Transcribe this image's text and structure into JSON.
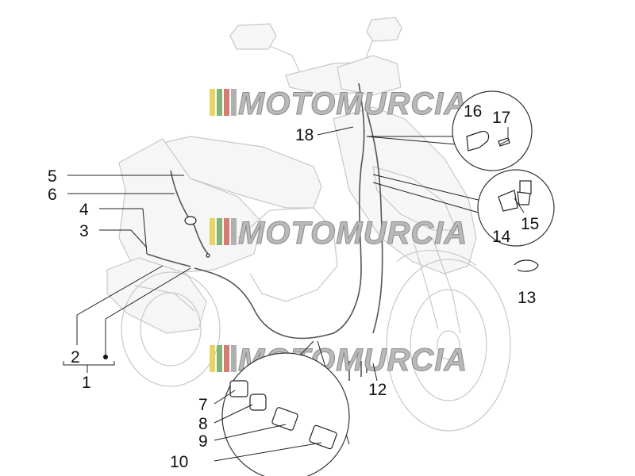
{
  "watermark": {
    "text": "MOTOMURCIA",
    "stripe_colors": [
      "#e8d36a",
      "#7ab87a",
      "#d77a6f",
      "#b0b0b0"
    ]
  },
  "callouts": [
    {
      "id": "1",
      "label": "1"
    },
    {
      "id": "2",
      "label": "2"
    },
    {
      "id": "3",
      "label": "3"
    },
    {
      "id": "4",
      "label": "4"
    },
    {
      "id": "5",
      "label": "5"
    },
    {
      "id": "6",
      "label": "6"
    },
    {
      "id": "7",
      "label": "7"
    },
    {
      "id": "8",
      "label": "8"
    },
    {
      "id": "9",
      "label": "9"
    },
    {
      "id": "10",
      "label": "10"
    },
    {
      "id": "12",
      "label": "12"
    },
    {
      "id": "13",
      "label": "13"
    },
    {
      "id": "14",
      "label": "14"
    },
    {
      "id": "15",
      "label": "15"
    },
    {
      "id": "16",
      "label": "16"
    },
    {
      "id": "17",
      "label": "17"
    },
    {
      "id": "18",
      "label": "18"
    }
  ]
}
